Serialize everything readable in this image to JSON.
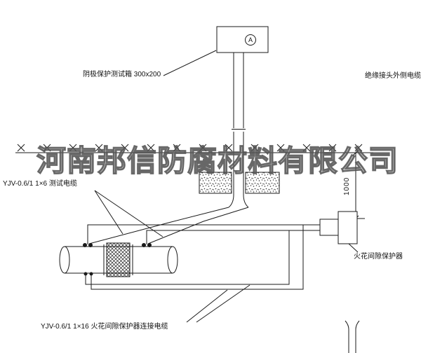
{
  "watermark": "河南邦信防腐材料有限公司",
  "labels": {
    "test_box": "阴极保护测试箱 300x200",
    "outer_cable": "绝缘接头外侧电缆",
    "test_cable": "YJV-0.6/1 1×6  测试电缆",
    "spark_gap": "火花间隙保护器",
    "connection_cable": "YJV-0.6/1 1×16  火花间隙保护器连接电缆",
    "dimension": "1000",
    "meter": "A"
  },
  "colors": {
    "line": "#1a1a1a",
    "watermark": "#505050",
    "background": "#ffffff"
  }
}
